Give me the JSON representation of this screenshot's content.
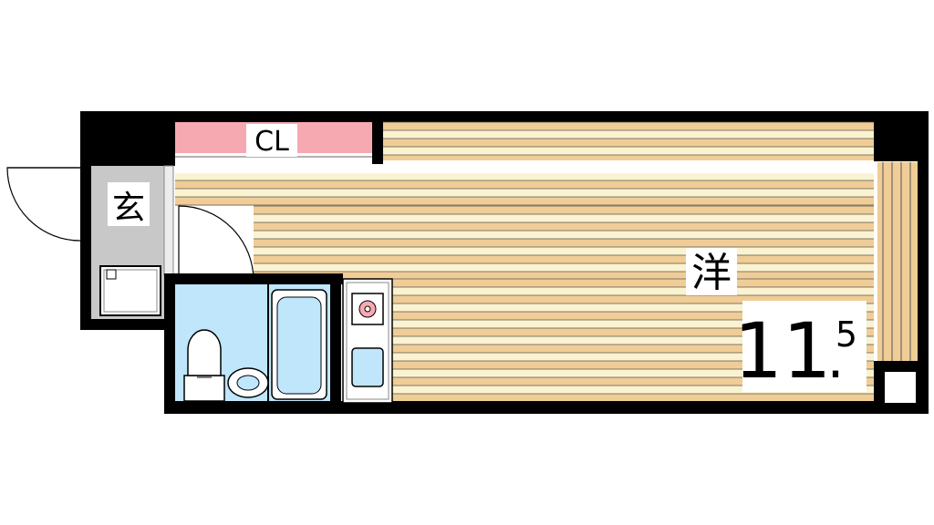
{
  "floor_plan": {
    "closet_label": "CL",
    "entrance_label": "玄",
    "western_room_label": "洋",
    "area_whole": "11",
    "area_decimal": "5",
    "area_separator": "."
  },
  "colors": {
    "wall": "#000000",
    "floor_stripe_light": "#fbf3d0",
    "floor_stripe_dark": "#f0cd96",
    "closet": "#f7a9b1",
    "wet_area": "#bfe6fb",
    "entrance_floor": "#c8c8c8",
    "balcony": "#f0cd96"
  },
  "icons": {
    "stove": "stove-burner-icon",
    "sink": "kitchen-sink-icon",
    "toilet": "toilet-icon",
    "washbasin": "washbasin-icon",
    "bathtub": "bathtub-icon",
    "shoe_box": "shoe-cabinet-icon"
  }
}
